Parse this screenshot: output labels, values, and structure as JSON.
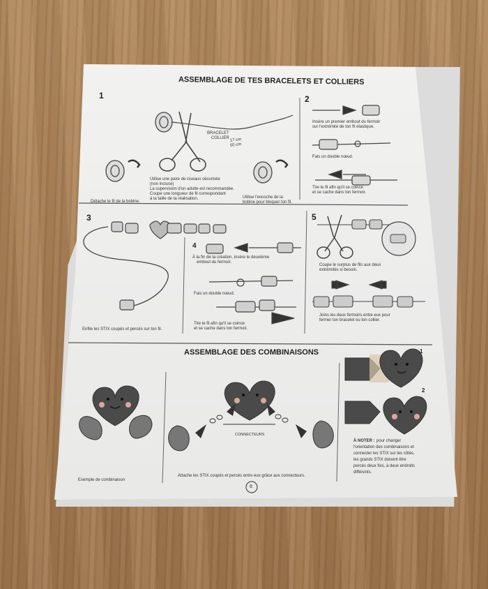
{
  "page": {
    "title1": "ASSEMBLAGE DE TES BRACELETS ET COLLIERS",
    "title2": "ASSEMBLAGE DES COMBINAISONS",
    "page_number": "8"
  },
  "step1": {
    "number": "1",
    "caption_left": "Détache le fil de la bobine.",
    "caption_mid": [
      "Utilise une paire de ciseaux sécurisée",
      "(non incluse)",
      "La supervision d'un adulte est recommandée.",
      "Coupe une longueur de fil correspondant",
      "à la taille de ta réalisation."
    ],
    "caption_right": [
      "Utilise l'encoche de la",
      "bobine pour bloquer ton fil."
    ],
    "measure_labels": [
      "BRACELET",
      "COLLIER"
    ],
    "measure_values": [
      "17 cm",
      "50 cm"
    ]
  },
  "step2": {
    "number": "2",
    "caption_a": [
      "Insère un premier embout du fermoir",
      "sur l'extrémité de ton fil élastique."
    ],
    "caption_b": "Fais un double nœud.",
    "caption_c": [
      "Tire le fil afin qu'il se coince",
      "et se cache dans ton fermoir."
    ]
  },
  "step3": {
    "number": "3",
    "caption": "Enfile les STIX coupés et percés sur ton fil."
  },
  "step4": {
    "number": "4",
    "caption_a": [
      "À la fin de ta création, insère le deuxième",
      "embout du fermoir."
    ],
    "caption_b": "Fais un double nœud.",
    "caption_c": [
      "Tire le fil afin qu'il se coince",
      "et se cache dans ton fermoir."
    ]
  },
  "step5": {
    "number": "5",
    "caption_a": [
      "Coupe le surplus de fils aux deux",
      "extrémités si besoin."
    ],
    "caption_b": [
      "Joins les deux fermoirs entre eux pour",
      "fermer ton bracelet ou ton collier."
    ]
  },
  "combos": {
    "caption_left": "Exemple de combinaison",
    "caption_mid": "Attache les STIX coupés et percés entre eux grâce aux connecteurs.",
    "connector_label": "CONNECTEURS",
    "option_numbers": [
      "1",
      "2"
    ],
    "note_bold": "À NOTER :",
    "note_lines": [
      "pour changer",
      "l'orientation des combinaisons et",
      "connecter les STIX sur les côtés,",
      "les grands STIX doivent être",
      "percés deux fois, à deux endroits",
      "différents."
    ]
  },
  "colors": {
    "wood": "#a67e54",
    "paper": "#efefee",
    "ink": "#333333",
    "heart": "#4a4a4a",
    "cheek": "#d9a7a1"
  }
}
